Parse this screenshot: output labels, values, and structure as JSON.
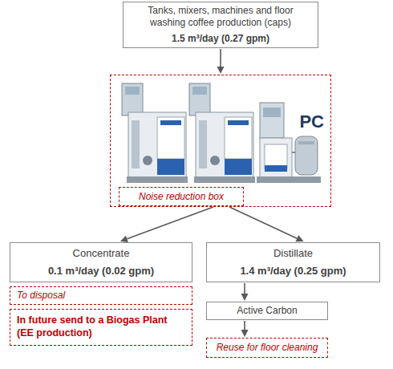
{
  "diagram": {
    "nodes": [
      {
        "text": [
          "Tanks, mixers, machines and floor washing coffee production (caps)",
          "1.5 m³/day (0.27 gpm)"
        ]
      },
      {
        "text": [
          "PC"
        ]
      },
      {
        "text": [
          "Noise reduction box"
        ],
        "in": 1
      },
      {
        "text": [
          "Concentrate",
          "0.1 m³/day (0.02 gpm)"
        ]
      },
      {
        "text": [
          "To disposal"
        ]
      },
      {
        "text": [
          "In future send to a Biogas Plant (EE production)"
        ]
      },
      {
        "text": [
          "Distillate",
          "1.4 m³/day (0.25 gpm)"
        ]
      },
      {
        "text": [
          "Active Carbon"
        ]
      },
      {
        "text": [
          "Reuse for floor cleaning"
        ]
      }
    ],
    "edges": [
      {
        "from": 0,
        "to": 1,
        "arrow": "to"
      },
      {
        "from": 2,
        "to": 3,
        "arrow": "to"
      },
      {
        "from": 2,
        "to": 6,
        "arrow": "to"
      },
      {
        "from": 6,
        "to": 7,
        "arrow": "to"
      },
      {
        "from": 7,
        "to": 8,
        "arrow": "to"
      }
    ]
  }
}
